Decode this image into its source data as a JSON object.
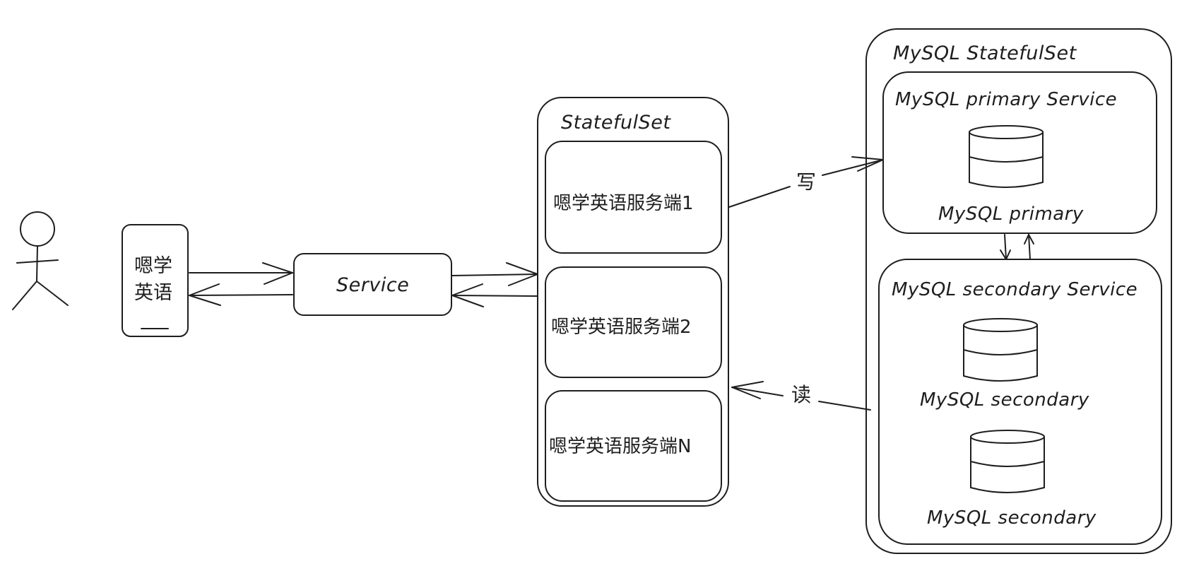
{
  "phone": {
    "label_line1": "嗯学",
    "label_line2": "英语"
  },
  "service": {
    "label": "Service"
  },
  "statefulset": {
    "title": "StatefulSet",
    "servers": [
      "嗯学英语服务端1",
      "嗯学英语服务端2",
      "嗯学英语服务端N"
    ]
  },
  "edges": {
    "write": "写",
    "read": "读"
  },
  "mysql": {
    "title": "MySQL StatefulSet",
    "primary_service": {
      "title": "MySQL primary Service",
      "node": "MySQL primary"
    },
    "secondary_service": {
      "title": "MySQL secondary Service",
      "nodes": [
        "MySQL secondary",
        "MySQL secondary"
      ]
    }
  }
}
